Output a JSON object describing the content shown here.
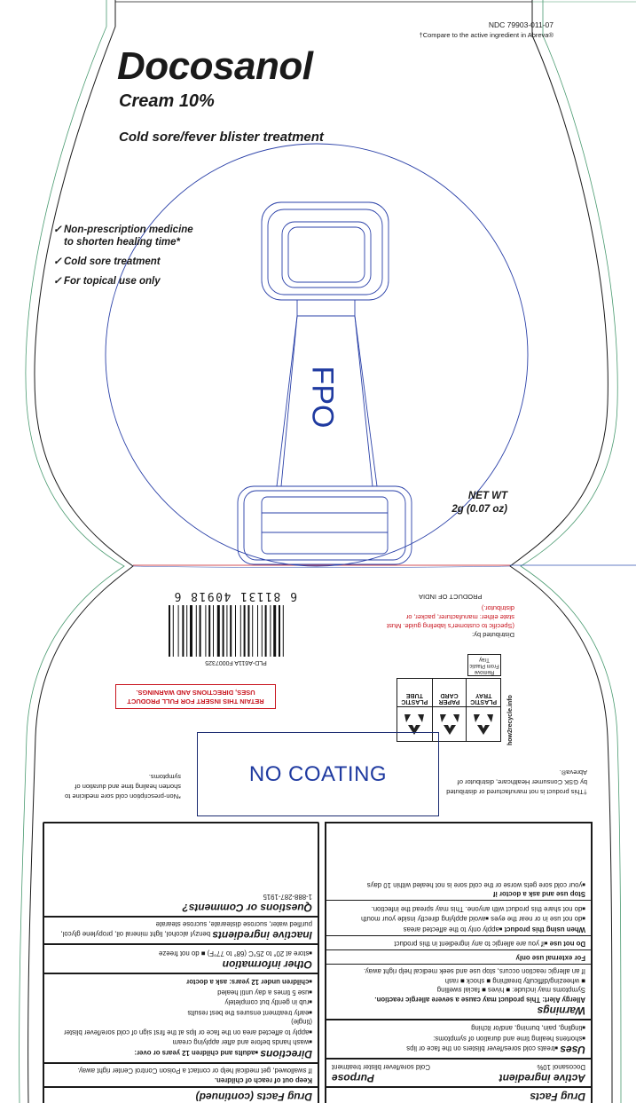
{
  "header": {
    "ndc": "NDC 79903-011-07",
    "compare": "†Compare to the active ingredient in Abreva®"
  },
  "product": {
    "name": "Docosanol",
    "strength": "Cream 10%",
    "description": "Cold sore/fever blister treatment",
    "net_wt_label": "NET WT",
    "net_wt_value": "2g (0.07 oz)",
    "fpo": "FPO"
  },
  "claims": [
    {
      "line1": "Non-prescription medicine",
      "line2": "to shorten healing time*"
    },
    {
      "line1": "Cold sore treatment",
      "line2": ""
    },
    {
      "line1": "For topical use only",
      "line2": ""
    }
  ],
  "back": {
    "no_coating": "NO COATING",
    "retain_line1": "RETAIN THIS INSERT FOR FULL PRODUCT",
    "retain_line2": "USES, DIRECTIONS AND WARNINGS.",
    "barcode_digits": "6  81131 40918  6",
    "barcode_code": "PLD-A611A   F0007325",
    "product_of": "PRODUCT OF INDIA",
    "distributed_by": "Distributed by:",
    "distributed_note": "(Specific to customer's labeling guide. Must state either: manufacturer, packer, or distributor.)",
    "recycle_site": "how2recycle.info",
    "recycle": [
      {
        "material": "PLASTIC",
        "type": "TRAY"
      },
      {
        "material": "PAPER",
        "type": "CARD"
      },
      {
        "material": "PLASTIC",
        "type": "TUBE"
      }
    ],
    "recycle_remove": "Remove From Plastic Tray",
    "footnote_left": "*Non-prescription cold sore medicine to shorten healing time and duration of symptoms.",
    "footnote_right": "†This product is not manufactured or distributed by GSK Consumer Healthcare, distributor of Abreva®."
  },
  "drug_facts": {
    "title": "Drug Facts",
    "title_cont": "Drug Facts (continued)",
    "active_heading": "Active ingredient",
    "purpose_heading": "Purpose",
    "active_value": "Docosanol 10%",
    "purpose_value": "Cold sore/fever blister treatment",
    "uses_heading": "Uses",
    "uses": [
      "treats cold sores/fever blisters on the face or lips",
      "shortens healing time and duration of symptoms:",
      "tingling, pain, burning, and/or itching"
    ],
    "warnings_heading": "Warnings",
    "allergy_alert": "Allergy Alert: This product may cause a severe allergic reaction.",
    "symptoms": "Symptoms may include: ■ hives ■ facial swelling",
    "symptoms2": "■ wheezing/difficulty breathing ■ shock ■ rash",
    "allergy_end": "If an allergic reaction occurs, stop use and seek medical help right away.",
    "external": "For external use only",
    "do_not_use": "Do not use",
    "do_not_use_text": "if you are allergic to any ingredient in this product",
    "when_using": "When using this product",
    "when_using_1": "apply only to the affected areas",
    "when_using_2": "do not use in or near the eyes",
    "when_using_3": "avoid applying directly inside your mouth",
    "when_using_4": "do not share this product with anyone. This may spread the infection.",
    "stop_use": "Stop use and ask a doctor if",
    "stop_use_text": "your cold sore gets worse or the cold sore is not healed within 10 days",
    "keep_out": "Keep out of reach of children.",
    "keep_out_text": "If swallowed, get medical help or contact a Poison Control Center right away.",
    "directions_heading": "Directions",
    "directions_intro": "adults and children 12 years or over:",
    "directions": [
      "wash hands before and after applying cream",
      "apply to affected area on the face or lips at the first sign of cold sore/fever blister (tingle)",
      "early treatment ensures the best results",
      "rub in gently but completely",
      "use 5 times a day until healed",
      "children under 12 years: ask a doctor"
    ],
    "other_heading": "Other information",
    "other": "store at 20° to 25°C (68° to 77°F)  ■ do not freeze",
    "inactive_heading": "Inactive ingredients",
    "inactive": "benzyl alcohol, light mineral oil, propylene glycol, purified water, sucrose distearate, sucrose stearate",
    "questions_heading": "Questions or Comments?",
    "phone": "1-888-287-1915"
  }
}
